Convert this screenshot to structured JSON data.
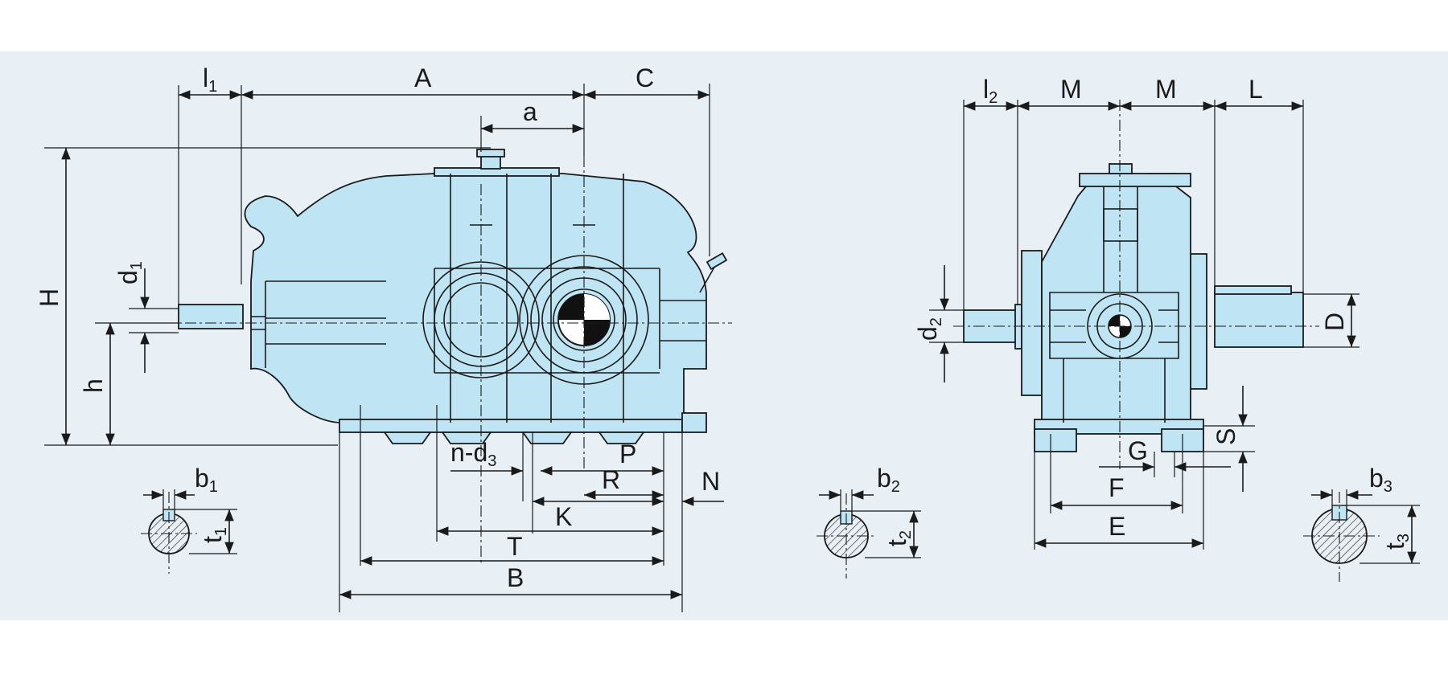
{
  "colors": {
    "body_fill": "#bfe4f3",
    "panel_bg": "#e8eff5",
    "line": "#1a1a1a"
  },
  "front_view": {
    "labels": {
      "l1_main": "l",
      "l1_sub": "1",
      "A": "A",
      "C": "C",
      "a": "a",
      "H": "H",
      "h": "h",
      "d1_main": "d",
      "d1_sub": "1",
      "nd3_main": "n-d",
      "nd3_sub": "3",
      "P": "P",
      "R": "R",
      "K": "K",
      "T": "T",
      "B": "B",
      "N": "N"
    }
  },
  "side_view": {
    "labels": {
      "l2_main": "l",
      "l2_sub": "2",
      "M_left": "M",
      "M_right": "M",
      "L": "L",
      "d2_main": "d",
      "d2_sub": "2",
      "D": "D",
      "S": "S",
      "G": "G",
      "F": "F",
      "E": "E"
    }
  },
  "key_sections": [
    {
      "b_main": "b",
      "b_sub": "1",
      "t_main": "t",
      "t_sub": "1"
    },
    {
      "b_main": "b",
      "b_sub": "2",
      "t_main": "t",
      "t_sub": "2"
    },
    {
      "b_main": "b",
      "b_sub": "3",
      "t_main": "t",
      "t_sub": "3"
    }
  ]
}
